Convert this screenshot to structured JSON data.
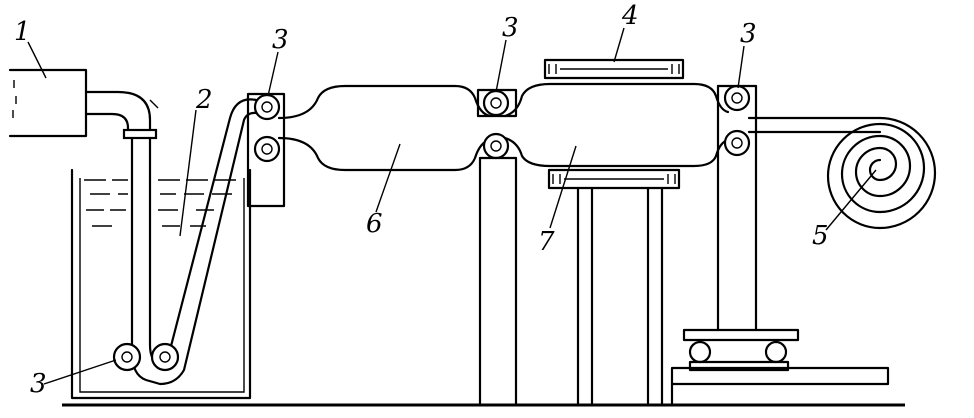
{
  "labels": {
    "source_tank": "1",
    "liquid": "2",
    "roller_left_top": "3",
    "roller_middle_top": "3",
    "roller_right_top": "3",
    "roller_bottom_left": "3",
    "heater": "4",
    "coil": "5",
    "sleeve_section_1": "6",
    "sleeve_section_2": "7"
  }
}
